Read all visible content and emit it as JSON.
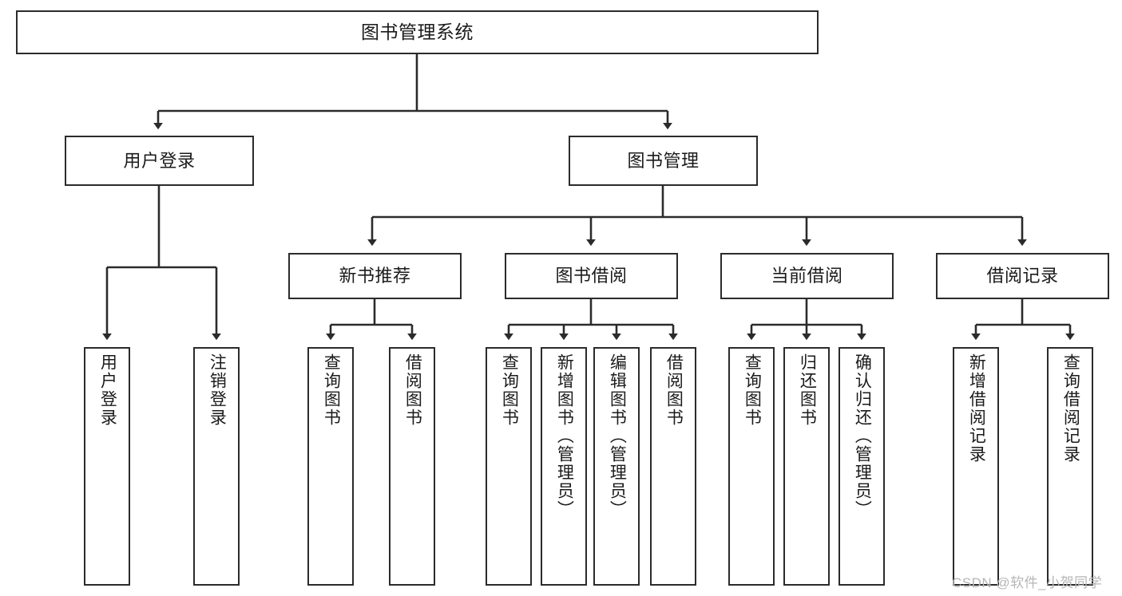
{
  "diagram": {
    "title": "图书管理系统",
    "type": "tree-hierarchy",
    "watermark": "CSDN @软件_小贺同学",
    "colors": {
      "stroke": "#2b2b2b",
      "fill": "#ffffff",
      "text": "#1b1b1b",
      "watermark": "#b6b6b6"
    }
  },
  "nodes": {
    "root": {
      "label": "图书管理系统"
    },
    "level2": [
      {
        "id": "user-login",
        "label": "用户登录"
      },
      {
        "id": "book-manage",
        "label": "图书管理"
      }
    ],
    "level3": [
      {
        "id": "new-book-recommend",
        "label": "新书推荐"
      },
      {
        "id": "book-borrow",
        "label": "图书借阅"
      },
      {
        "id": "current-borrow",
        "label": "当前借阅"
      },
      {
        "id": "borrow-record",
        "label": "借阅记录"
      }
    ],
    "leaves": {
      "user-login": [
        {
          "id": "leaf-user-login",
          "label": "用户登录"
        },
        {
          "id": "leaf-user-logout",
          "label": "注销登录"
        }
      ],
      "new-book-recommend": [
        {
          "id": "leaf-query-book-1",
          "label": "查询图书"
        },
        {
          "id": "leaf-borrow-book-1",
          "label": "借阅图书"
        }
      ],
      "book-borrow": [
        {
          "id": "leaf-query-book-2",
          "label": "查询图书"
        },
        {
          "id": "leaf-add-book",
          "label": "新增图书（管理员）"
        },
        {
          "id": "leaf-edit-book",
          "label": "编辑图书（管理员）"
        },
        {
          "id": "leaf-borrow-book-2",
          "label": "借阅图书"
        }
      ],
      "current-borrow": [
        {
          "id": "leaf-query-book-3",
          "label": "查询图书"
        },
        {
          "id": "leaf-return-book",
          "label": "归还图书"
        },
        {
          "id": "leaf-confirm-return",
          "label": "确认归还（管理员）"
        }
      ],
      "borrow-record": [
        {
          "id": "leaf-add-record",
          "label": "新增借阅记录"
        },
        {
          "id": "leaf-query-record",
          "label": "查询借阅记录"
        }
      ]
    }
  }
}
